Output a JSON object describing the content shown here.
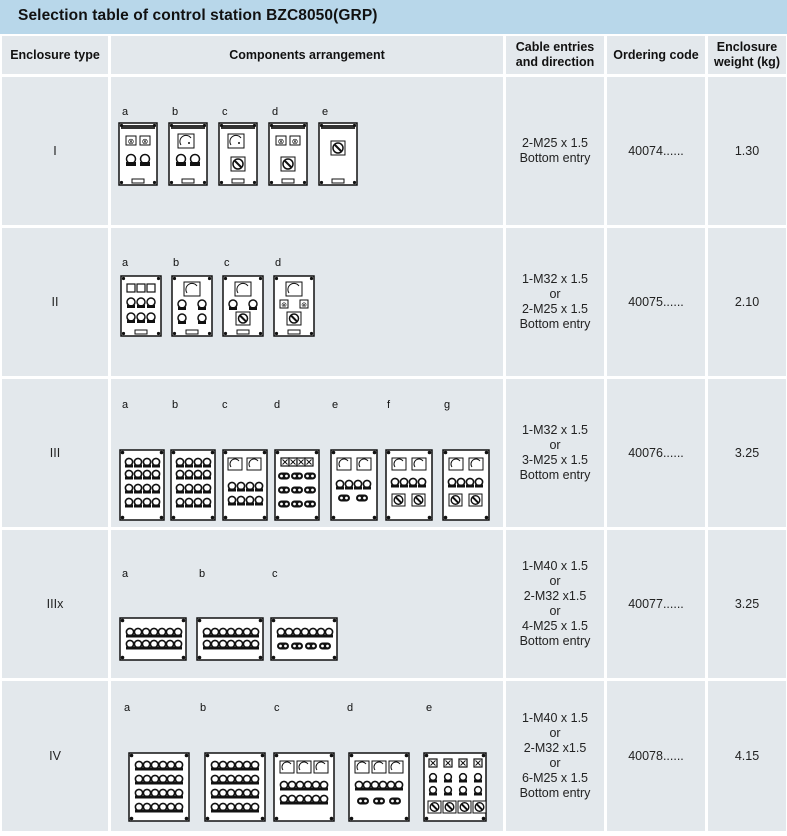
{
  "title": "Selection table of control station BZC8050(GRP)",
  "headers": {
    "enclosure_type": "Enclosure type",
    "components": "Components arrangement",
    "cable": "Cable entries\nand direction",
    "ordering": "Ordering code",
    "weight": "Enclosure\nweight (kg)"
  },
  "rows": [
    {
      "type": "I",
      "cable": "2-M25 x 1.5\nBottom entry",
      "code": "40074......",
      "weight": "1.30",
      "variants": [
        "a",
        "b",
        "c",
        "d",
        "e"
      ]
    },
    {
      "type": "II",
      "cable": "1-M32 x 1.5\nor\n2-M25 x 1.5\nBottom entry",
      "code": "40075......",
      "weight": "2.10",
      "variants": [
        "a",
        "b",
        "c",
        "d"
      ]
    },
    {
      "type": "III",
      "cable": "1-M32 x 1.5\nor\n3-M25 x 1.5\nBottom entry",
      "code": "40076......",
      "weight": "3.25",
      "variants": [
        "a",
        "b",
        "c",
        "d",
        "e",
        "f",
        "g"
      ]
    },
    {
      "type": "IIIx",
      "cable": "1-M40 x 1.5\nor\n2-M32 x1.5\nor\n4-M25 x 1.5\nBottom entry",
      "code": "40077......",
      "weight": "3.25",
      "variants": [
        "a",
        "b",
        "c"
      ]
    },
    {
      "type": "IV",
      "cable": "1-M40 x 1.5\nor\n2-M32 x1.5\nor\n6-M25 x 1.5\nBottom entry",
      "code": "40078......",
      "weight": "4.15",
      "variants": [
        "a",
        "b",
        "c",
        "d",
        "e"
      ]
    }
  ]
}
